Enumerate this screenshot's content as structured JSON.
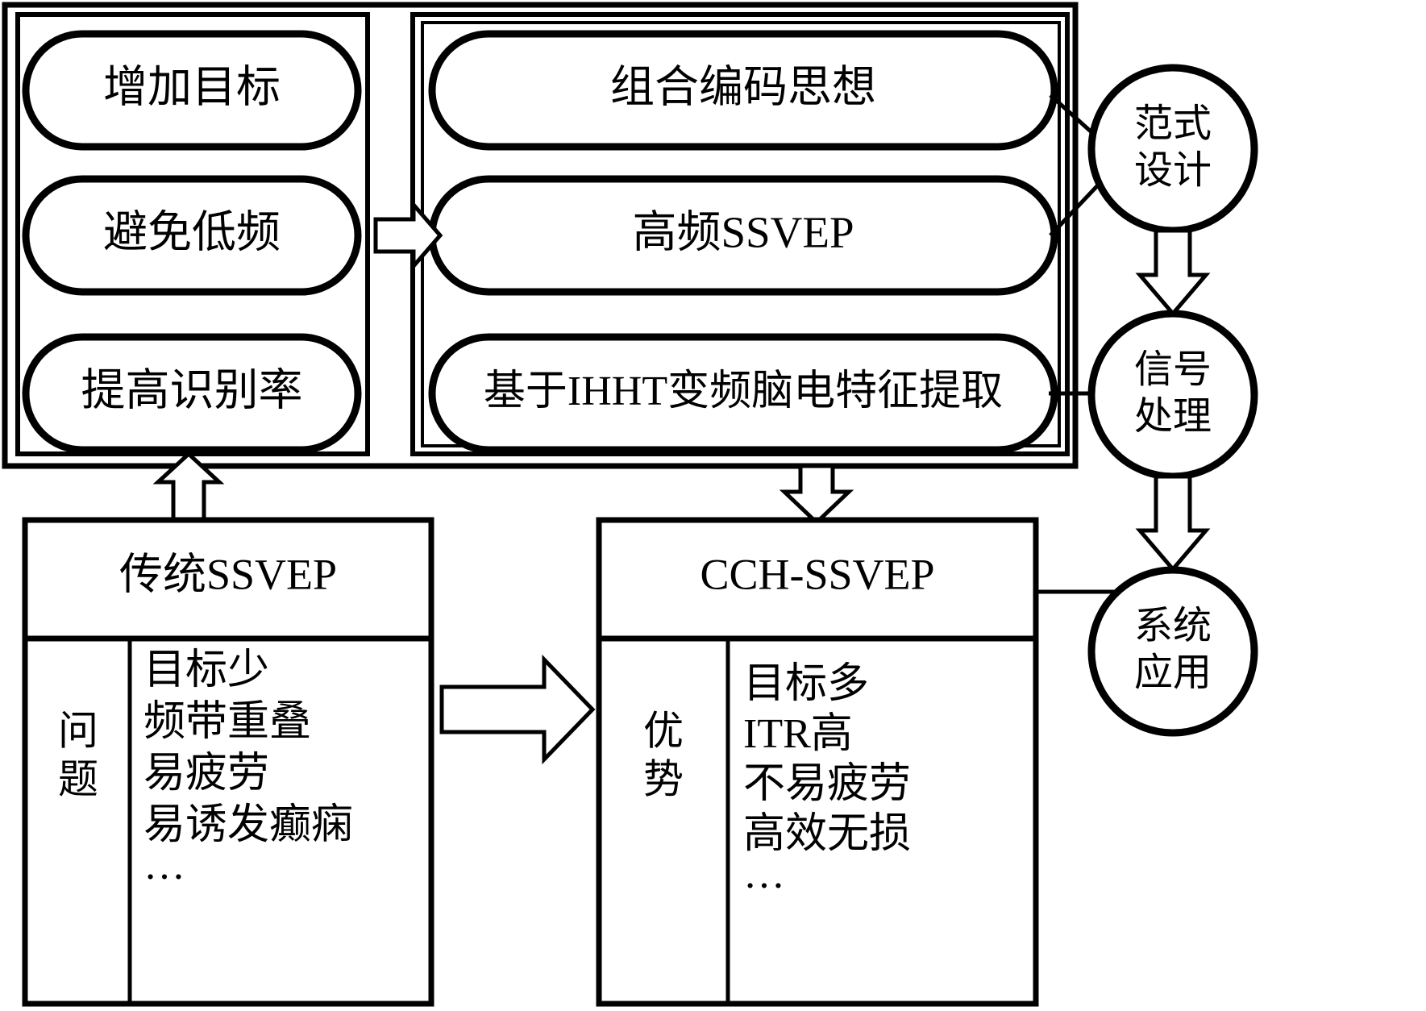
{
  "diagram": {
    "title_semantic": "CCH-SSVEP research framework flowchart",
    "colors": {
      "line": "#000000",
      "fill": "#ffffff",
      "text": "#000000"
    },
    "goals_panel": {
      "items": [
        {
          "id": "goal-1",
          "label": "增加目标"
        },
        {
          "id": "goal-2",
          "label": "避免低频"
        },
        {
          "id": "goal-3",
          "label": "提高识别率"
        }
      ]
    },
    "methods_panel": {
      "items": [
        {
          "id": "method-1",
          "label": "组合编码思想"
        },
        {
          "id": "method-2",
          "label": "高频SSVEP"
        },
        {
          "id": "method-3",
          "label": "基于IHHT变频脑电特征提取"
        }
      ]
    },
    "stages": [
      {
        "id": "stage-paradigm",
        "line1": "范式",
        "line2": "设计"
      },
      {
        "id": "stage-signal",
        "line1": "信号",
        "line2": "处理"
      },
      {
        "id": "stage-application",
        "line1": "系统",
        "line2": "应用"
      }
    ],
    "traditional_box": {
      "header": "传统SSVEP",
      "side_label_line1": "问",
      "side_label_line2": "题",
      "items": [
        "目标少",
        "频带重叠",
        "易疲劳",
        "易诱发癫痫",
        "…"
      ]
    },
    "cch_box": {
      "header": "CCH-SSVEP",
      "side_label_line1": "优",
      "side_label_line2": "势",
      "items": [
        "目标多",
        "ITR高",
        "不易疲劳",
        "高效无损",
        "…"
      ]
    },
    "connectors": [
      {
        "id": "arrow-goals-to-methods",
        "kind": "block-arrow-right"
      },
      {
        "id": "arrow-traditional-up",
        "kind": "block-arrow-up"
      },
      {
        "id": "arrow-methods-down-to-cch",
        "kind": "block-arrow-down"
      },
      {
        "id": "arrow-traditional-to-cch",
        "kind": "block-arrow-right"
      },
      {
        "id": "arrow-paradigm-to-signal",
        "kind": "block-arrow-down"
      },
      {
        "id": "arrow-signal-to-application",
        "kind": "block-arrow-down"
      },
      {
        "id": "line-methods-to-paradigm",
        "kind": "line"
      },
      {
        "id": "line-ihht-to-signal",
        "kind": "line"
      },
      {
        "id": "line-cch-to-application",
        "kind": "line"
      }
    ]
  }
}
